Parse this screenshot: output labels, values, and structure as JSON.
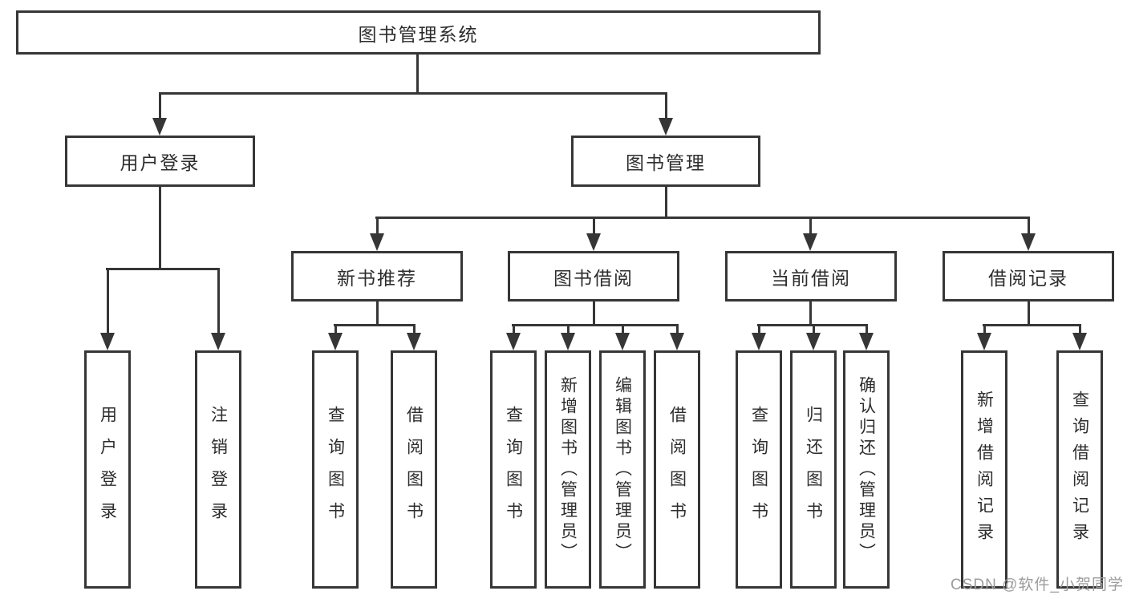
{
  "diagram": {
    "root": {
      "label": "图书管理系统"
    },
    "level2": [
      {
        "label": "用户登录"
      },
      {
        "label": "图书管理"
      }
    ],
    "level3": [
      {
        "label": "新书推荐"
      },
      {
        "label": "图书借阅"
      },
      {
        "label": "当前借阅"
      },
      {
        "label": "借阅记录"
      }
    ],
    "leaves": [
      {
        "label": "用户登录"
      },
      {
        "label": "注销登录"
      },
      {
        "label": "查询图书"
      },
      {
        "label": "借阅图书"
      },
      {
        "label": "查询图书"
      },
      {
        "label": "新增图书（管理员）"
      },
      {
        "label": "编辑图书（管理员）"
      },
      {
        "label": "借阅图书"
      },
      {
        "label": "查询图书"
      },
      {
        "label": "归还图书"
      },
      {
        "label": "确认归还（管理员）"
      },
      {
        "label": "新增借阅记录"
      },
      {
        "label": "查询借阅记录"
      }
    ],
    "watermark": "CSDN @软件_小贺同学",
    "colors": {
      "line": "#363636",
      "text": "#2d2d2d",
      "watermark": "#9c9c9c",
      "background": "#ffffff"
    }
  }
}
